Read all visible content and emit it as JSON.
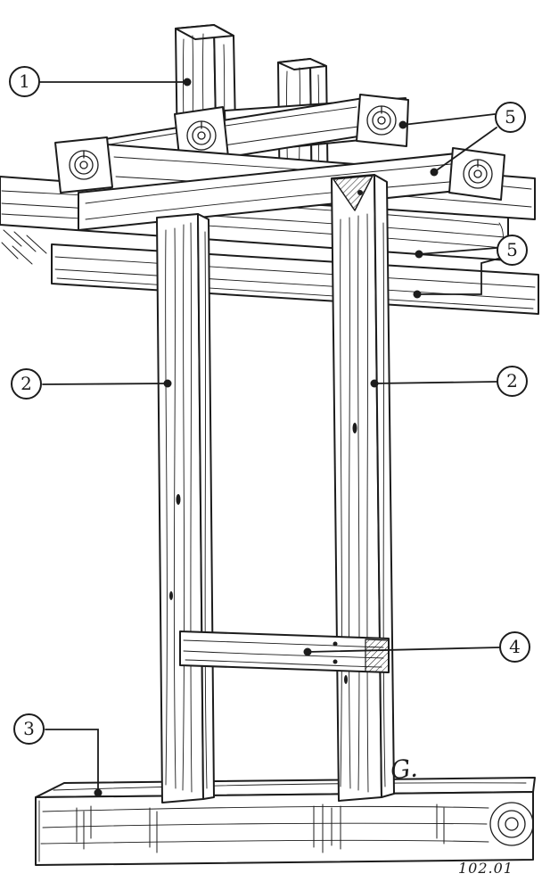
{
  "figure": {
    "drawing_number": "102.01",
    "signature": "G.",
    "ink_color": "#1c1c1c",
    "paper_color": "#ffffff"
  },
  "callouts": [
    {
      "label": "1"
    },
    {
      "label": "5"
    },
    {
      "label": "5"
    },
    {
      "label": "2"
    },
    {
      "label": "2"
    },
    {
      "label": "4"
    },
    {
      "label": "3"
    }
  ]
}
